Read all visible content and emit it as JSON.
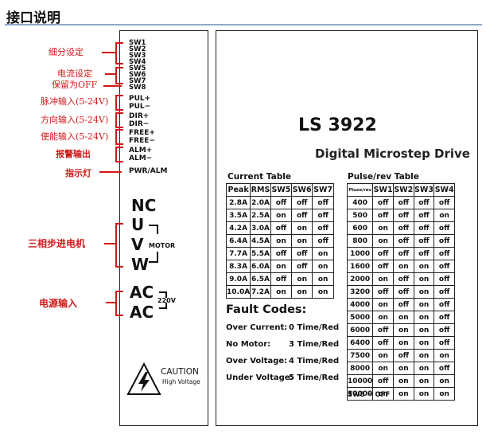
{
  "heading": "接口说明",
  "labels": {
    "subdivision": "细分设定",
    "current": "电流设定",
    "reserved": "保留为OFF",
    "pulse": "脉冲输入(5-24V)",
    "direction": "方向输入(5-24V)",
    "enable": "使能输入(5-24V)",
    "alarm": "报警输出",
    "indicator": "指示灯",
    "motor": "三相步进电机",
    "power": "电源输入"
  },
  "pins": {
    "sw": [
      "SW1",
      "SW2",
      "SW3",
      "SW4",
      "SW5",
      "SW6",
      "SW7",
      "SW8"
    ],
    "pul_plus": "PUL+",
    "pul_minus": "PUL−",
    "dir_plus": "DIR+",
    "dir_minus": "DIR−",
    "free_plus": "FREE+",
    "free_minus": "FREE−",
    "alm_plus": "ALM+",
    "alm_minus": "ALM−",
    "pwr": "PWR/ALM",
    "nc": "NC",
    "u": "U",
    "v": "V",
    "w": "W",
    "motor": "MOTOR",
    "ac1": "AC",
    "ac2": "AC",
    "v220": "220V"
  },
  "caution": {
    "title": "CAUTION",
    "subtitle": "High Voltage"
  },
  "model": "LS 3922",
  "subtitle": "Digital Microstep Drive",
  "current_table": {
    "title": "Current Table",
    "headers": [
      "Peak",
      "RMS",
      "SW5",
      "SW6",
      "SW7"
    ],
    "rows": [
      [
        "2.8A",
        "2.0A",
        "off",
        "off",
        "off"
      ],
      [
        "3.5A",
        "2.5A",
        "on",
        "off",
        "off"
      ],
      [
        "4.2A",
        "3.0A",
        "off",
        "on",
        "off"
      ],
      [
        "6.4A",
        "4.5A",
        "on",
        "on",
        "off"
      ],
      [
        "7.7A",
        "5.5A",
        "off",
        "off",
        "on"
      ],
      [
        "8.3A",
        "6.0A",
        "on",
        "off",
        "on"
      ],
      [
        "9.0A",
        "6.5A",
        "off",
        "on",
        "on"
      ],
      [
        "10.0A",
        "7.2A",
        "on",
        "on",
        "on"
      ]
    ]
  },
  "pulse_table": {
    "title": "Pulse/rev Table",
    "headers": [
      "Pluse/rev",
      "SW1",
      "SW2",
      "SW3",
      "SW4"
    ],
    "rows": [
      [
        "400",
        "off",
        "off",
        "off",
        "off"
      ],
      [
        "500",
        "off",
        "off",
        "off",
        "on"
      ],
      [
        "600",
        "on",
        "off",
        "off",
        "off"
      ],
      [
        "800",
        "on",
        "off",
        "off",
        "off"
      ],
      [
        "1000",
        "off",
        "off",
        "off",
        "off"
      ],
      [
        "1600",
        "off",
        "on",
        "on",
        "off"
      ],
      [
        "2000",
        "on",
        "off",
        "on",
        "off"
      ],
      [
        "3200",
        "off",
        "off",
        "on",
        "off"
      ],
      [
        "4000",
        "on",
        "off",
        "on",
        "off"
      ],
      [
        "5000",
        "on",
        "on",
        "on",
        "off"
      ],
      [
        "6000",
        "off",
        "on",
        "on",
        "off"
      ],
      [
        "6400",
        "off",
        "on",
        "on",
        "off"
      ],
      [
        "7500",
        "on",
        "off",
        "on",
        "on"
      ],
      [
        "8000",
        "on",
        "on",
        "on",
        "off"
      ],
      [
        "10000",
        "off",
        "on",
        "on",
        "on"
      ],
      [
        "30000",
        "on",
        "on",
        "on",
        "on"
      ]
    ]
  },
  "fault": {
    "title": "Fault Codes:",
    "items": [
      {
        "label": "Over Current:",
        "value": "0 Time/Red"
      },
      {
        "label": "No Motor:",
        "value": "3 Time/Red"
      },
      {
        "label": "Over Voltage:",
        "value": "4 Time/Red"
      },
      {
        "label": "Under Voltage:",
        "value": "5 Time/Red"
      }
    ]
  },
  "sw8_note": "SW8 = OFF",
  "colors": {
    "label_red": "#d01818",
    "title_underline": "#8fa8c8"
  }
}
